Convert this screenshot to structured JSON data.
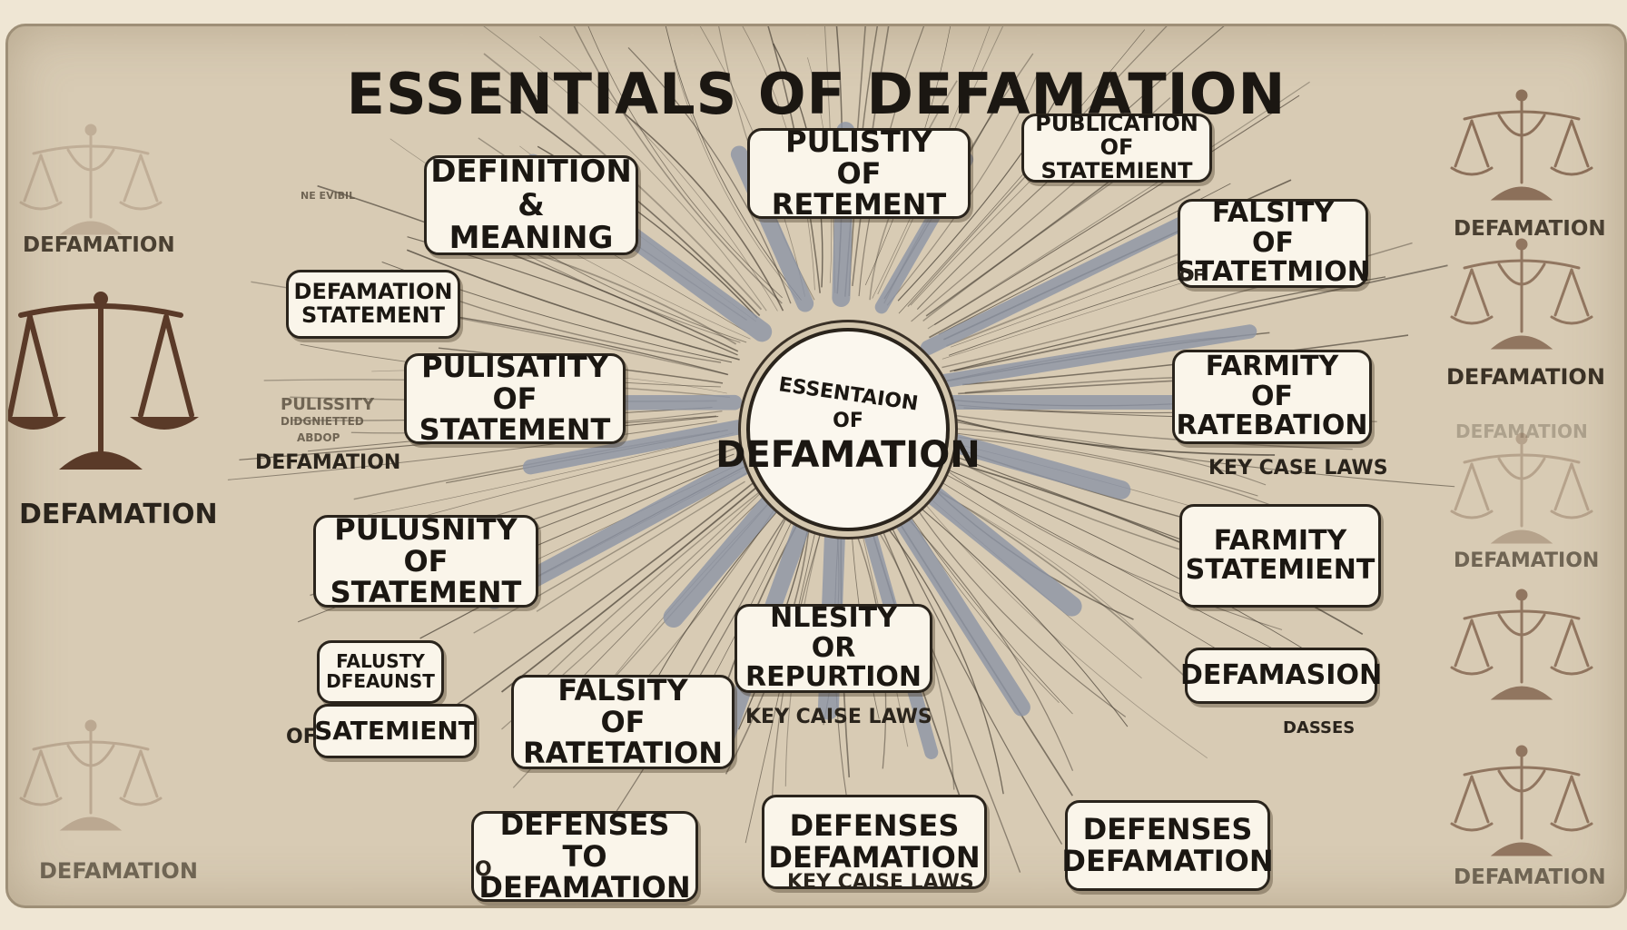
{
  "title": "ESSENTIALS OF DEFAMATION",
  "center": {
    "line1": "ESSENTAION",
    "line2": "OF",
    "line3": "DEFAMATION"
  },
  "nodes": {
    "definition": [
      "DEFINITION",
      "& MEANING"
    ],
    "pulistiy": [
      "PULISTIY",
      "OF RETEMENT"
    ],
    "publication": [
      "PUBLICATION",
      "OF STATEMIENT"
    ],
    "falsity_right": [
      "FALSITY",
      "OF STATETMION"
    ],
    "defamation_statement": [
      "DEFAMATION",
      "STATEMENT"
    ],
    "pulisatity": [
      "PULISATITY",
      "OF STATEMENT"
    ],
    "farmity1": [
      "FARMITY",
      "OF RATEBATION"
    ],
    "pulusnity": [
      "PULUSNITY",
      "OF STATEMENT"
    ],
    "farmity2": [
      "FARMITY",
      "STATEMIENT"
    ],
    "falsity_ratetation": [
      "FALSITY",
      "OF RATETATION"
    ],
    "nlesity": [
      "NLESITY",
      "OR REPURTION"
    ],
    "defamasion": [
      "DEFAMASION"
    ],
    "falusty_small": [
      "FALUSTY",
      "DFEAUNST"
    ],
    "satemient": [
      "SATEMIENT"
    ],
    "defenses_to": [
      "DEFENSES TO",
      "DEFAMATION"
    ],
    "defenses_mid": [
      "DEFENSES",
      "DEFAMATION"
    ],
    "defenses_right": [
      "DEFENSES",
      "DEFAMATION"
    ]
  },
  "labels": {
    "key_case_1": "KEY CASE LAWS",
    "key_case_2": "KEY CAISE LAWS",
    "key_case_3": "KEY CAISE LAWS",
    "dasses": "DASSES",
    "of_small": "OF",
    "small_o": "O",
    "pulsity_small": [
      "PULISSITY",
      "DIDGNIETTED",
      "ABDOP"
    ],
    "defamation_small": "DEFAMATION",
    "ne_label": "NE EVIBIL",
    "of_label": "OF"
  },
  "side_left": [
    "DEFAMATION",
    "DEFAMATION",
    "DEFAMATION"
  ],
  "side_right": [
    "DEFAMATION",
    "DEFAMATION",
    "DEFAMATION",
    "DEFAMATION",
    "DEFAMATION"
  ]
}
